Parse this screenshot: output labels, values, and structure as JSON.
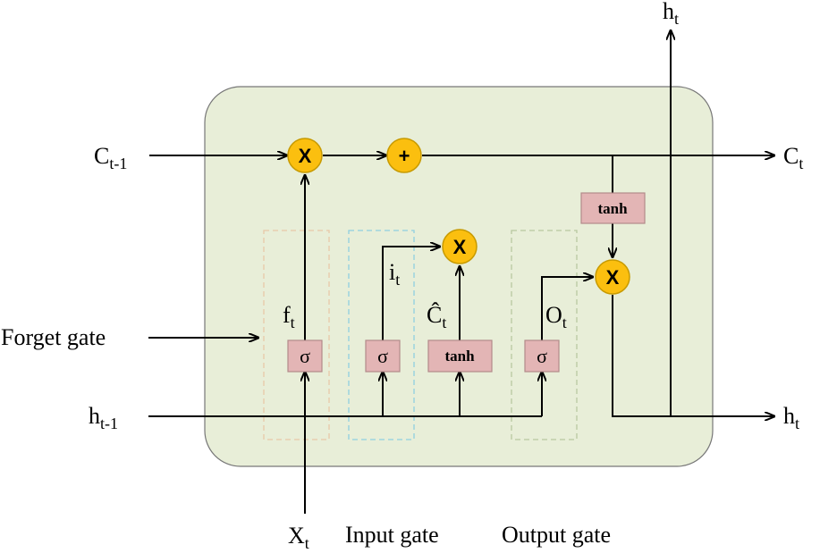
{
  "labels": {
    "c_prev": "C",
    "c_prev_sub": "t-1",
    "c_next": "C",
    "c_next_sub": "t",
    "h_prev": "h",
    "h_prev_sub": "t-1",
    "h_next": "h",
    "h_next_sub": "t",
    "h_top": "h",
    "h_top_sub": "t",
    "x_input": "X",
    "x_input_sub": "t",
    "forget_gate": "Forget gate",
    "input_gate": "Input gate",
    "output_gate": "Output gate",
    "f_t": "f",
    "f_t_sub": "t",
    "i_t": "i",
    "i_t_sub": "t",
    "c_hat": "Ĉ",
    "c_hat_sub": "t",
    "o_t": "O",
    "o_t_sub": "t"
  },
  "boxes": {
    "sigma_forget": "σ",
    "sigma_input": "σ",
    "tanh_candidate": "tanh",
    "sigma_output": "σ",
    "tanh_cell": "tanh"
  },
  "ops": {
    "multiply": "X",
    "add": "+"
  },
  "colors": {
    "cell_bg": "#e8eed8",
    "cell_border": "#777777",
    "op_fill": "#fbbf0f",
    "op_stroke": "#c79a00",
    "box_fill": "#e3b5b5",
    "box_stroke": "#b28a8a",
    "forget_dash": "#e8c8a8",
    "input_dash": "#8fd0e0",
    "output_dash": "#b8c8a0"
  }
}
